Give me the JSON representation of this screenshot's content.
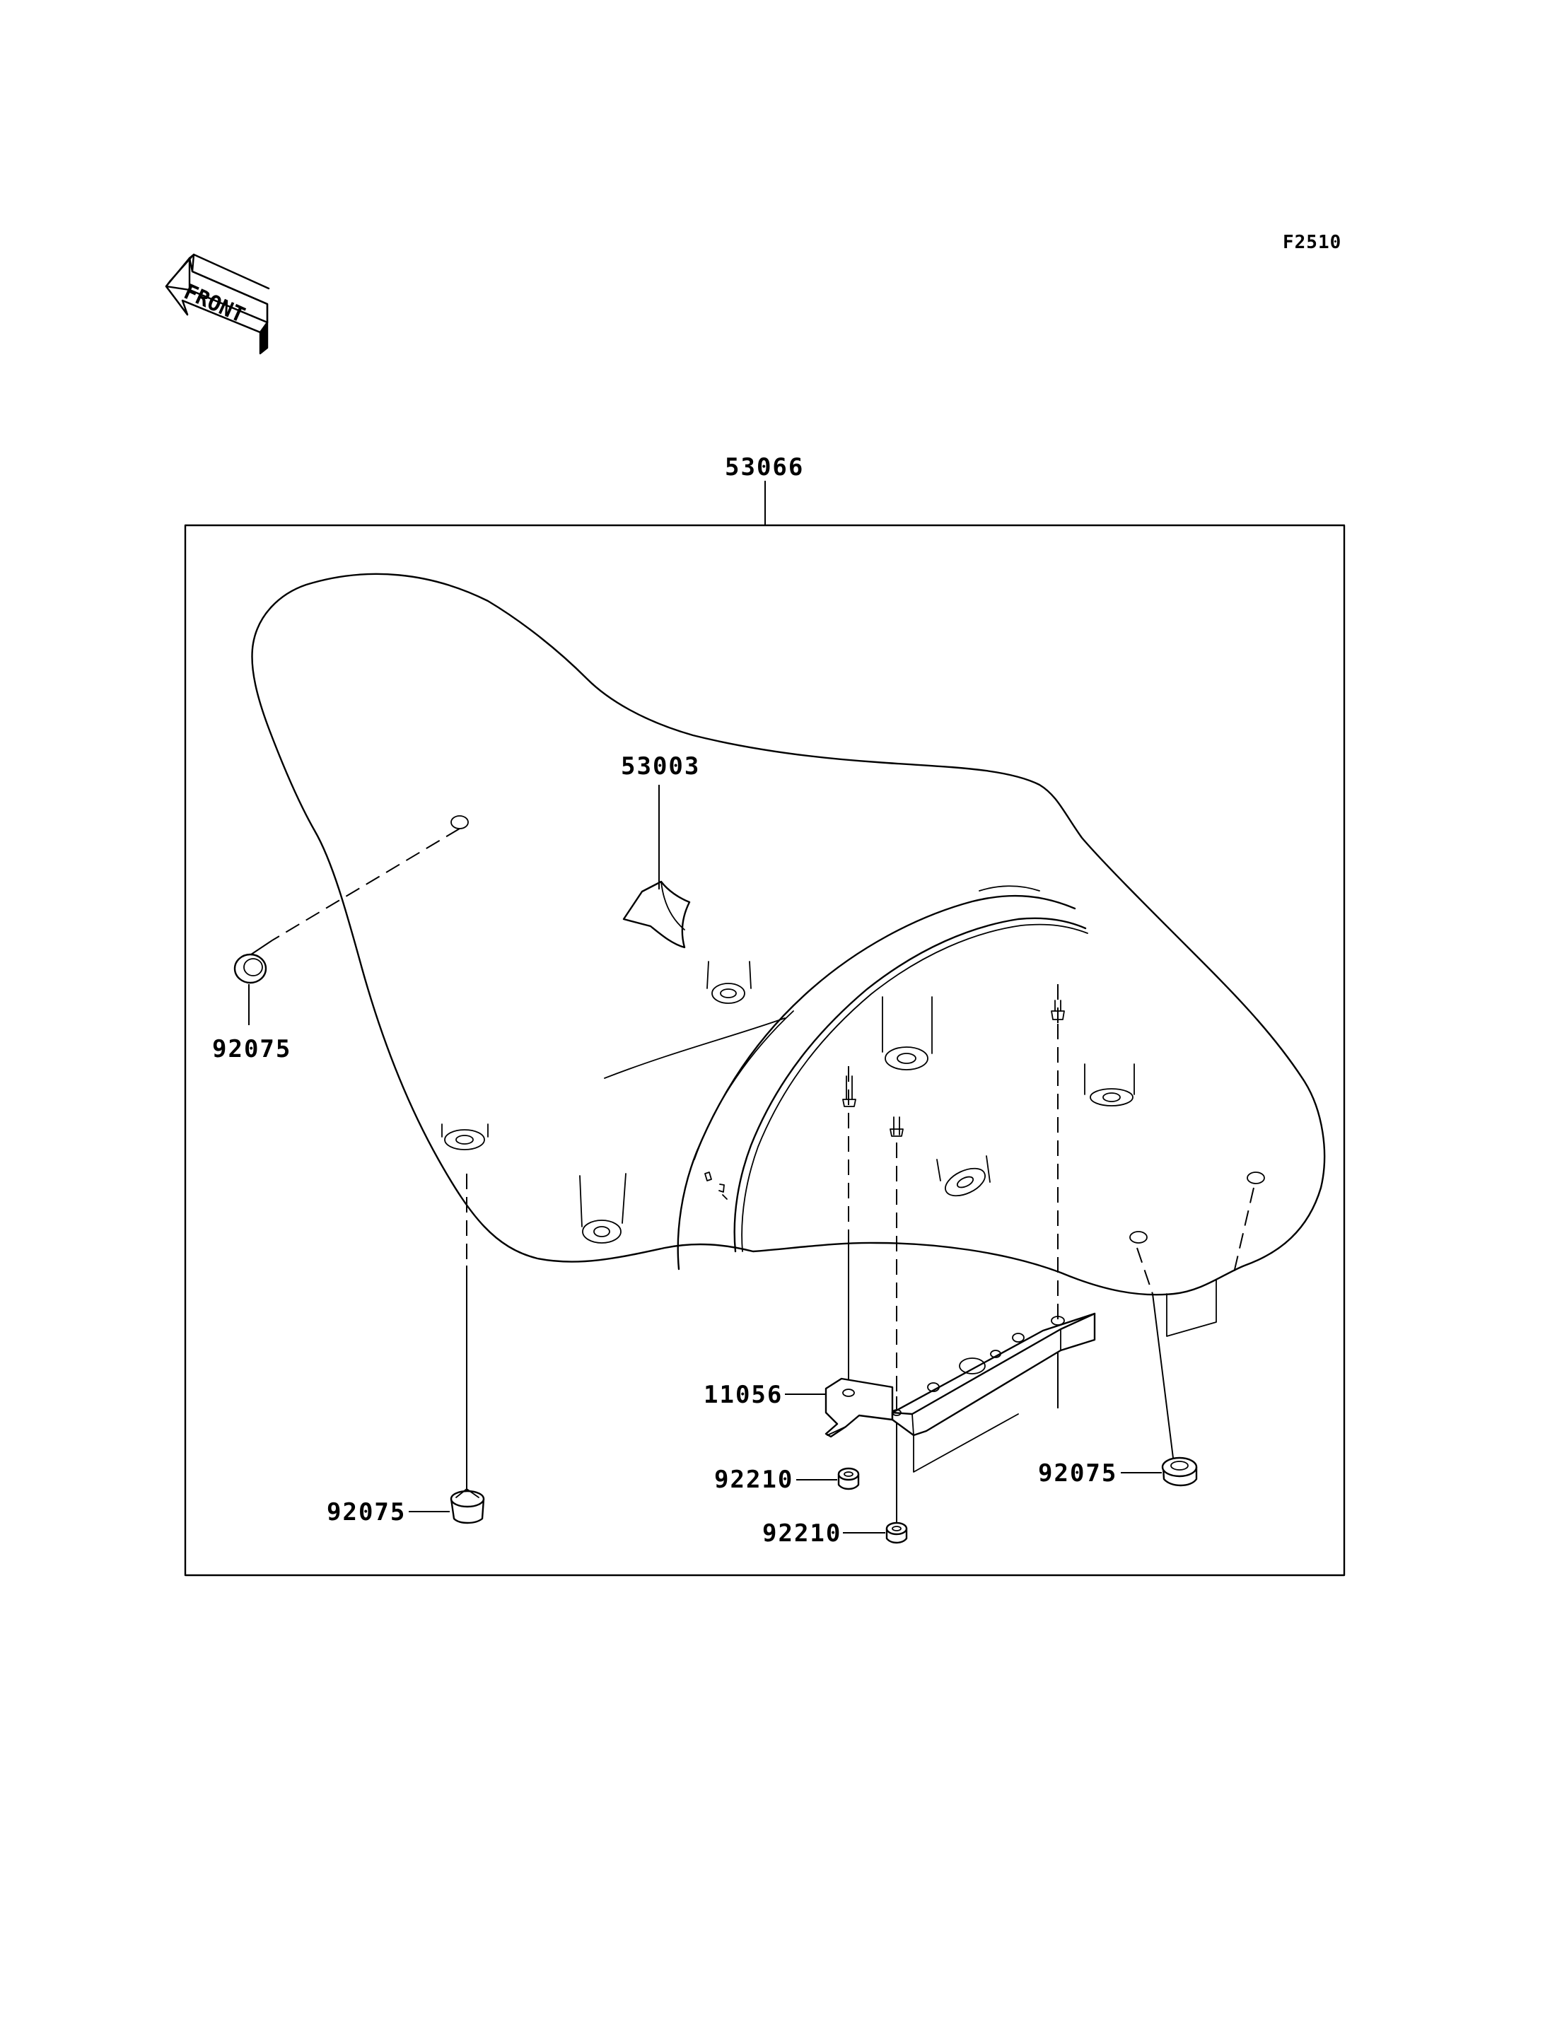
{
  "figure_code": "F2510",
  "front_marker": {
    "text": "FRONT",
    "icon": "front-arrow-icon"
  },
  "assembly": {
    "part_number": "53066",
    "name_icon": "seat-icon"
  },
  "parts": {
    "emblem": "53003",
    "damper_left": "92075",
    "damper_bottom": "92075",
    "damper_right": "92075",
    "bracket": "11056",
    "nut_upper": "92210",
    "nut_lower": "92210"
  }
}
